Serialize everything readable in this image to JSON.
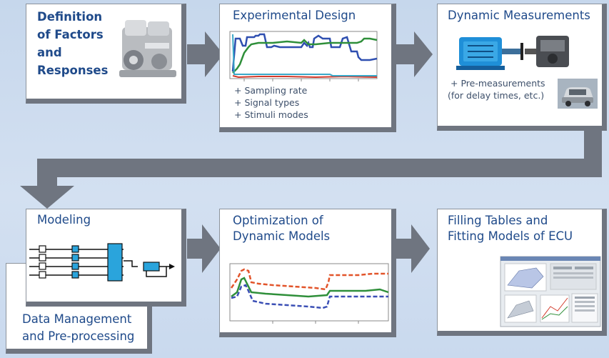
{
  "steps": {
    "definition": {
      "title_lines": [
        "Definition",
        "of Factors",
        "and",
        "Responses"
      ],
      "icon": "engine-icon"
    },
    "experimental_design": {
      "title": "Experimental Design",
      "bullets": [
        "+ Sampling rate",
        "+ Signal types",
        "+ Stimuli modes"
      ]
    },
    "dynamic_measurements": {
      "title": "Dynamic Measurements",
      "note_lines": [
        "+ Pre-measurements",
        "(for delay times, etc.)"
      ],
      "icons": [
        "test-bench-icon",
        "car-icon"
      ]
    },
    "modeling": {
      "title": "Modeling",
      "icon": "block-diagram-icon"
    },
    "optimization": {
      "title_lines": [
        "Optimization of",
        "Dynamic Models"
      ]
    },
    "filling_tables": {
      "title_lines": [
        "Filling Tables and",
        "Fitting Models of ECU"
      ],
      "icon": "software-screenshot-icon"
    },
    "data_management": {
      "title_lines": [
        "Data Management",
        "and Pre-processing"
      ]
    }
  },
  "colors": {
    "title_blue": "#1f4a8a",
    "arrow_gray": "#6f7580",
    "series_blue": "#2f4fb0",
    "series_green": "#2f8f3a",
    "series_red": "#d33b2c",
    "component_cyan": "#1f9fd8"
  }
}
